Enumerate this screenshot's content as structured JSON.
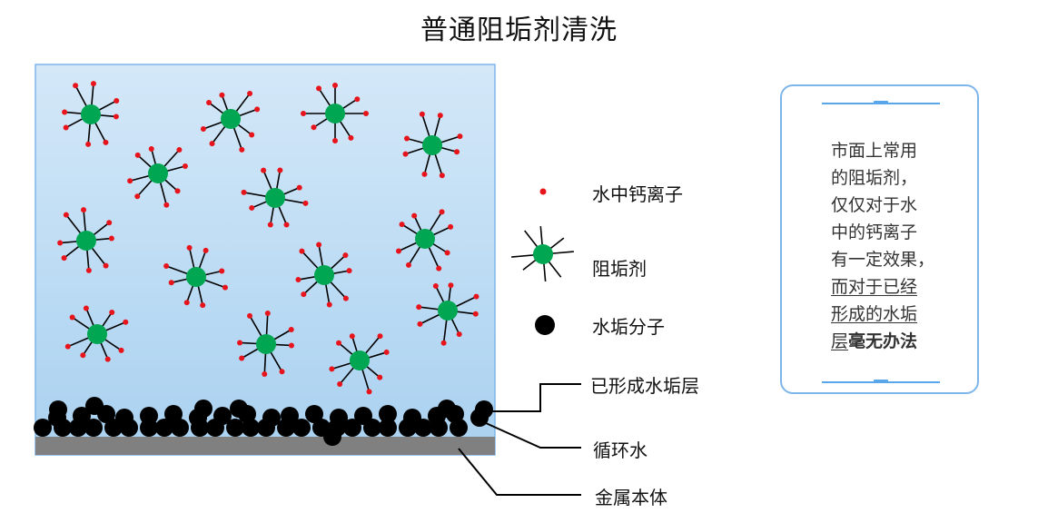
{
  "title": "普通阻垢剂清洗",
  "legend": {
    "calcium_ion": "水中钙离子",
    "inhibitor": "阻垢剂",
    "scale_molecule": "水垢分子"
  },
  "labels": {
    "formed_scale_layer": "已形成水垢层",
    "circulating_water": "循环水",
    "metal_body": "金属本体"
  },
  "note": {
    "lines": [
      "市面上常用",
      "的阻垢剂，",
      "仅仅对于水",
      "中的钙离子",
      "有一定效果，"
    ],
    "underlined_lines": [
      "而对于已经",
      "形成的水垢"
    ],
    "last_plain": "层",
    "last_bold": "毫无办法"
  },
  "colors": {
    "water_top": "#d4e8f8",
    "water_bottom": "#a9d1f0",
    "border": "#7fb6ea",
    "inhibitor": "#00a651",
    "calcium": "#e8141c",
    "scale": "#000000",
    "metal": "#808080"
  }
}
